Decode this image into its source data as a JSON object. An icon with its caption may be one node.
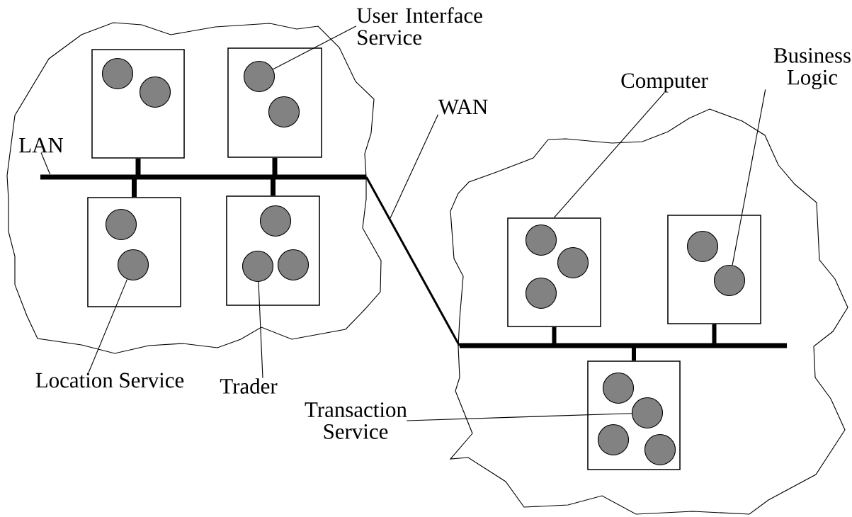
{
  "diagram": {
    "nodes": [
      {
        "text": [],
        "shape": "cloud"
      },
      {
        "text": [],
        "shape": "box",
        "in": 0
      },
      {
        "text": [],
        "shape": "circle",
        "in": 1
      },
      {
        "text": [],
        "shape": "circle",
        "in": 1
      },
      {
        "text": [],
        "shape": "box",
        "in": 0
      },
      {
        "text": [],
        "shape": "circle",
        "in": 4
      },
      {
        "text": [],
        "shape": "circle",
        "in": 4
      },
      {
        "text": [],
        "shape": "bar",
        "in": 0
      },
      {
        "text": [],
        "shape": "box",
        "in": 0
      },
      {
        "text": [],
        "shape": "circle",
        "in": 8
      },
      {
        "text": [],
        "shape": "circle",
        "in": 8
      },
      {
        "text": [],
        "shape": "box",
        "in": 0
      },
      {
        "text": [],
        "shape": "circle",
        "in": 11
      },
      {
        "text": [],
        "shape": "circle",
        "in": 11
      },
      {
        "text": [],
        "shape": "circle",
        "in": 11
      },
      {
        "text": [],
        "shape": "cloud"
      },
      {
        "text": [],
        "shape": "box",
        "in": 15
      },
      {
        "text": [],
        "shape": "circle",
        "in": 16
      },
      {
        "text": [],
        "shape": "circle",
        "in": 16
      },
      {
        "text": [],
        "shape": "circle",
        "in": 16
      },
      {
        "text": [],
        "shape": "box",
        "in": 15
      },
      {
        "text": [],
        "shape": "circle",
        "in": 20
      },
      {
        "text": [],
        "shape": "circle",
        "in": 20
      },
      {
        "text": [],
        "shape": "bar",
        "in": 15
      },
      {
        "text": [],
        "shape": "box",
        "in": 15
      },
      {
        "text": [],
        "shape": "circle",
        "in": 24
      },
      {
        "text": [],
        "shape": "circle",
        "in": 24
      },
      {
        "text": [],
        "shape": "circle",
        "in": 24
      },
      {
        "text": [],
        "shape": "circle",
        "in": 24
      },
      {
        "text": [
          "User Interface Service"
        ]
      },
      {
        "text": [
          "Computer"
        ]
      },
      {
        "text": [
          "Business Logic"
        ]
      },
      {
        "text": [
          "WAN"
        ]
      },
      {
        "text": [
          "LAN"
        ],
        "in": 0
      },
      {
        "text": [
          "Location Service"
        ]
      },
      {
        "text": [
          "Trader"
        ]
      },
      {
        "text": [
          "Transaction Service"
        ]
      }
    ],
    "edges": [
      {
        "from": 1,
        "to": 7,
        "arrow": "none",
        "style": "thick"
      },
      {
        "from": 4,
        "to": 7,
        "arrow": "none",
        "style": "thick"
      },
      {
        "from": 8,
        "to": 7,
        "arrow": "none",
        "style": "thick"
      },
      {
        "from": 11,
        "to": 7,
        "arrow": "none",
        "style": "thick"
      },
      {
        "from": 7,
        "to": 23,
        "arrow": "none",
        "style": "thick"
      },
      {
        "from": 16,
        "to": 23,
        "arrow": "none",
        "style": "thick"
      },
      {
        "from": 20,
        "to": 23,
        "arrow": "none",
        "style": "thick"
      },
      {
        "from": 24,
        "to": 23,
        "arrow": "none",
        "style": "thick"
      },
      {
        "from": 29,
        "to": 5,
        "arrow": "none"
      },
      {
        "from": 30,
        "to": 16,
        "arrow": "none"
      },
      {
        "from": 31,
        "to": 22,
        "arrow": "none"
      },
      {
        "from": 32,
        "to": null,
        "arrow": "none"
      },
      {
        "from": 33,
        "to": 7,
        "arrow": "none"
      },
      {
        "from": 34,
        "to": 10,
        "arrow": "none"
      },
      {
        "from": 35,
        "to": 13,
        "arrow": "none"
      },
      {
        "from": 36,
        "to": 26,
        "arrow": "none"
      }
    ]
  }
}
